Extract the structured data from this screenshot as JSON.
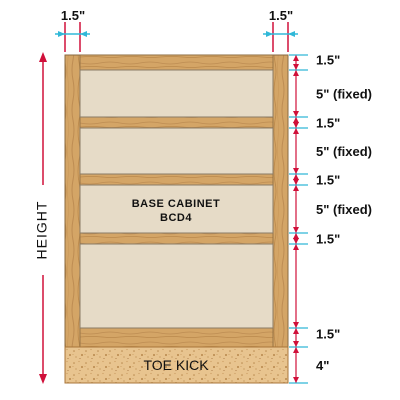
{
  "colors": {
    "wood": "#D4A566",
    "wood_grain": "#B4824A",
    "wood_dark": "#9E6B35",
    "panel": "#E6DBC7",
    "panel_border": "#8A7B66",
    "toe_kick": "#E8C48F",
    "dimension_red": "#D0103A",
    "dimension_cyan": "#30B8D8",
    "text": "#111111"
  },
  "top_dimensions": [
    {
      "id": "left",
      "label": "1.5\""
    },
    {
      "id": "right",
      "label": "1.5\""
    }
  ],
  "right_dimensions": [
    {
      "label": "1.5\""
    },
    {
      "label": "5\" (fixed)"
    },
    {
      "label": "1.5\""
    },
    {
      "label": "5\" (fixed)"
    },
    {
      "label": "1.5\""
    },
    {
      "label": "5\" (fixed)"
    },
    {
      "label": "1.5\""
    },
    {
      "label": "1.5\""
    },
    {
      "label": "4\""
    }
  ],
  "cabinet": {
    "title_line1": "BASE CABINET",
    "title_line2": "BCD4"
  },
  "toe_kick_label": "TOE KICK",
  "height_label": "HEIGHT"
}
